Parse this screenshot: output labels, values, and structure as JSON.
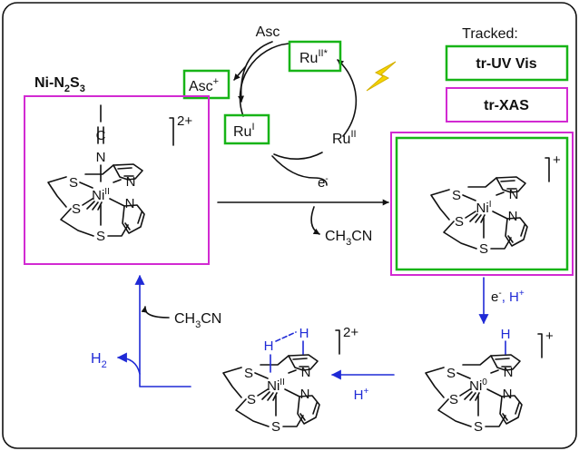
{
  "tracked": {
    "title": "Tracked:",
    "uv_label": "tr-UV Vis",
    "xas_label": "tr-XAS",
    "uv_color": "#17b417",
    "xas_color": "#d22ad2"
  },
  "catalyst_label": {
    "main": "Ni-N",
    "sub1": "2",
    "mid": "S",
    "sub2": "3"
  },
  "cycle": {
    "asc": "Asc",
    "asc_plus": {
      "base": "Asc",
      "sup": "+"
    },
    "ru_excited": {
      "base": "Ru",
      "sup": "II*"
    },
    "ru_one": {
      "base": "Ru",
      "sup": "I"
    },
    "ru_two": {
      "base": "Ru",
      "sup": "II"
    },
    "light_icon": "lightning-icon",
    "light_color": "#f5d400"
  },
  "steps": {
    "electron": {
      "base": "e",
      "sup": "-"
    },
    "acetonitrile_loss": {
      "base": "CH",
      "sub": "3",
      "tail": "CN"
    },
    "e_h_plus": {
      "e": "e",
      "e_sup": "-",
      "sep": ", H",
      "h_sup": "+"
    },
    "h_plus": {
      "base": "H",
      "sup": "+"
    },
    "acetonitrile_gain": {
      "base": "CH",
      "sub": "3",
      "tail": "CN"
    },
    "h2_release": {
      "base": "H",
      "sub": "2"
    },
    "blue_color": "#1f2ad6"
  },
  "complexes": {
    "start": {
      "charge": "2+",
      "metal": "Ni",
      "ox": "II",
      "nitrile_n": "N",
      "nitrile_c": "C",
      "atoms": {
        "s_top": "S",
        "s_left": "S",
        "s_bottom": "S",
        "n_top": "N",
        "n_bottom": "N"
      }
    },
    "reduced": {
      "charge": "+",
      "metal": "Ni",
      "ox": "I",
      "atoms": {
        "s_top": "S",
        "s_left": "S",
        "s_bottom": "S",
        "n_top": "N",
        "n_bottom": "N"
      }
    },
    "hydride": {
      "charge": "+",
      "metal": "Ni",
      "ox": "0",
      "h": "H",
      "atoms": {
        "s_top": "S",
        "s_left": "S",
        "s_bottom": "S",
        "n_top": "N",
        "n_bottom": "N"
      }
    },
    "dihydrogen": {
      "charge": "2+",
      "metal": "Ni",
      "ox": "II",
      "h_ni": "H",
      "h_n": "H",
      "atoms": {
        "s_top": "S",
        "s_left": "S",
        "s_bottom": "S",
        "n_top": "N",
        "n_bottom": "N"
      }
    }
  }
}
